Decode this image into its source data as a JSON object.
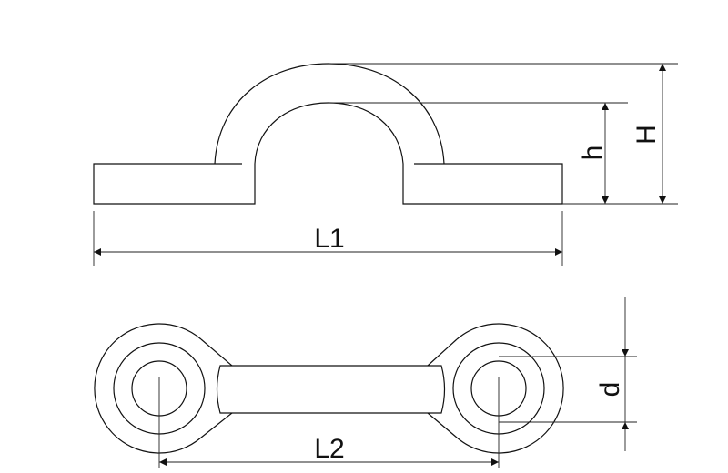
{
  "diagram": {
    "side_view": {
      "labels": {
        "length": "L1",
        "inner_height": "h",
        "total_height": "H"
      }
    },
    "top_view": {
      "labels": {
        "center_distance": "L2",
        "hole_diameter": "d"
      }
    }
  }
}
